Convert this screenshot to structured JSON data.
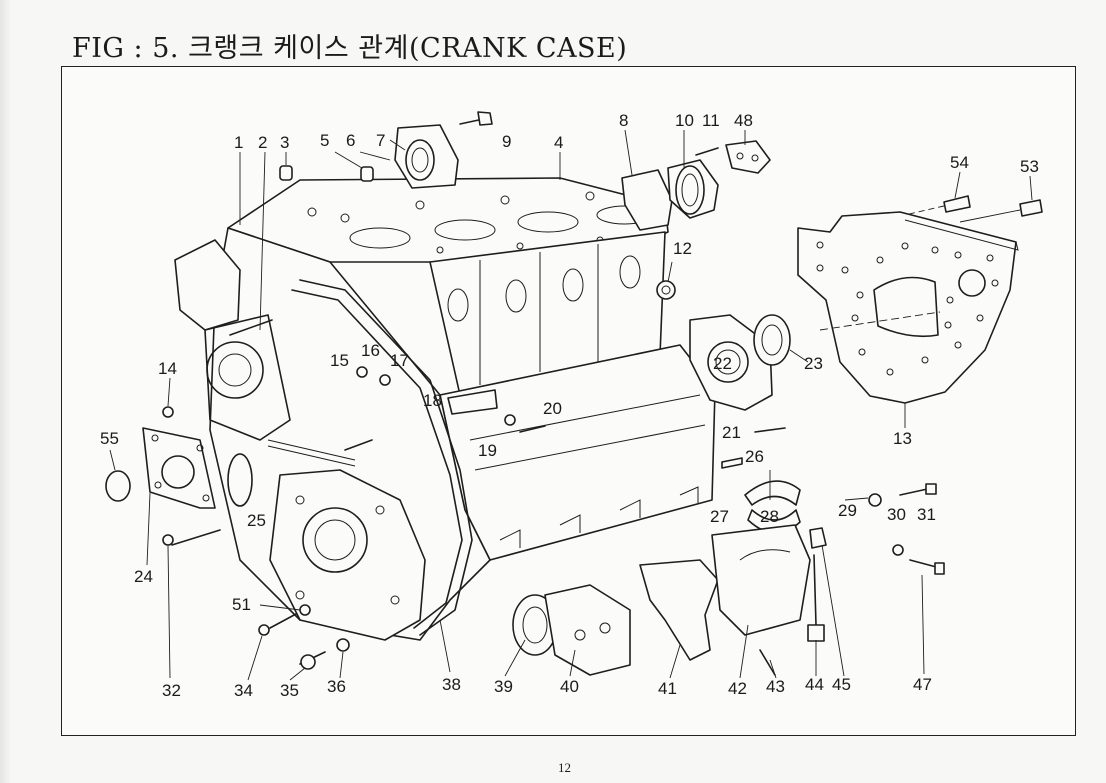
{
  "title": "FIG : 5. 크랭크 케이스 관계(CRANK CASE)",
  "page_number": "12",
  "callouts": {
    "c1": "1",
    "c2": "2",
    "c3": "3",
    "c4": "4",
    "c5": "5",
    "c6": "6",
    "c7": "7",
    "c8": "8",
    "c9": "9",
    "c10": "10",
    "c11": "11",
    "c12": "12",
    "c13": "13",
    "c14": "14",
    "c15": "15",
    "c16": "16",
    "c17": "17",
    "c18": "18",
    "c19": "19",
    "c20": "20",
    "c21": "21",
    "c22": "22",
    "c23": "23",
    "c24": "24",
    "c25": "25",
    "c26": "26",
    "c27": "27",
    "c28": "28",
    "c29": "29",
    "c30": "30",
    "c31": "31",
    "c32": "32",
    "c34": "34",
    "c35": "35",
    "c36": "36",
    "c38": "38",
    "c39": "39",
    "c40": "40",
    "c41": "41",
    "c42": "42",
    "c43": "43",
    "c44": "44",
    "c45": "45",
    "c47": "47",
    "c48": "48",
    "c51": "51",
    "c53": "53",
    "c54": "54",
    "c55": "55"
  },
  "icons": {
    "drawing": "exploded-parts-drawing"
  }
}
